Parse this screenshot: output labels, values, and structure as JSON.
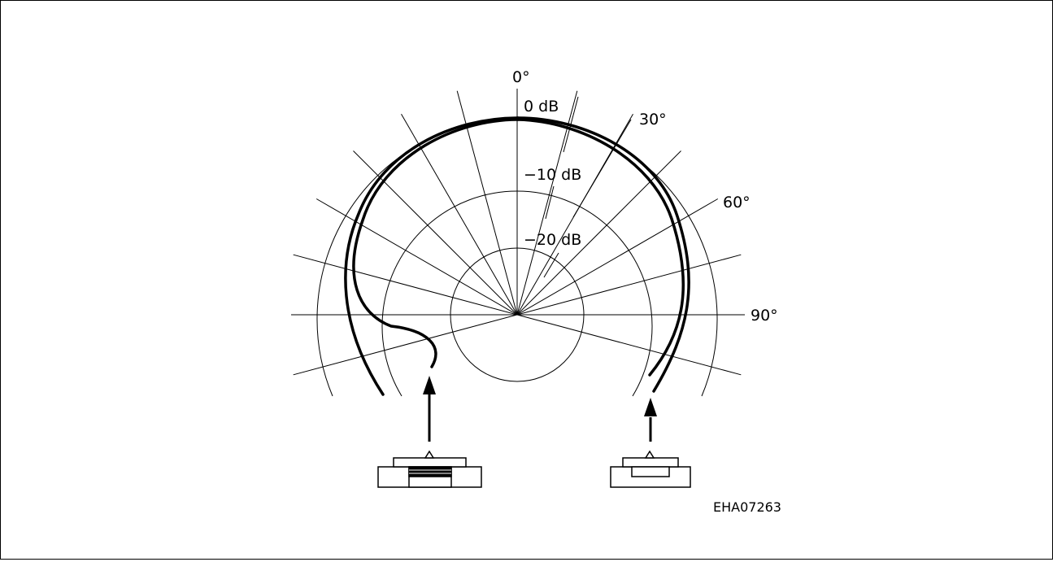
{
  "diagram": {
    "labels": {
      "angle_0": "0°",
      "angle_30": "30°",
      "angle_60": "60°",
      "angle_90": "90°",
      "db_0": "0 dB",
      "db_minus_10": "−10 dB",
      "db_minus_20": "−20 dB"
    },
    "code": "EHA07263",
    "rings_db": [
      0,
      -10,
      -20
    ],
    "spoke_step_deg": 15,
    "colors": {
      "line": "#000000",
      "background": "#ffffff"
    }
  }
}
